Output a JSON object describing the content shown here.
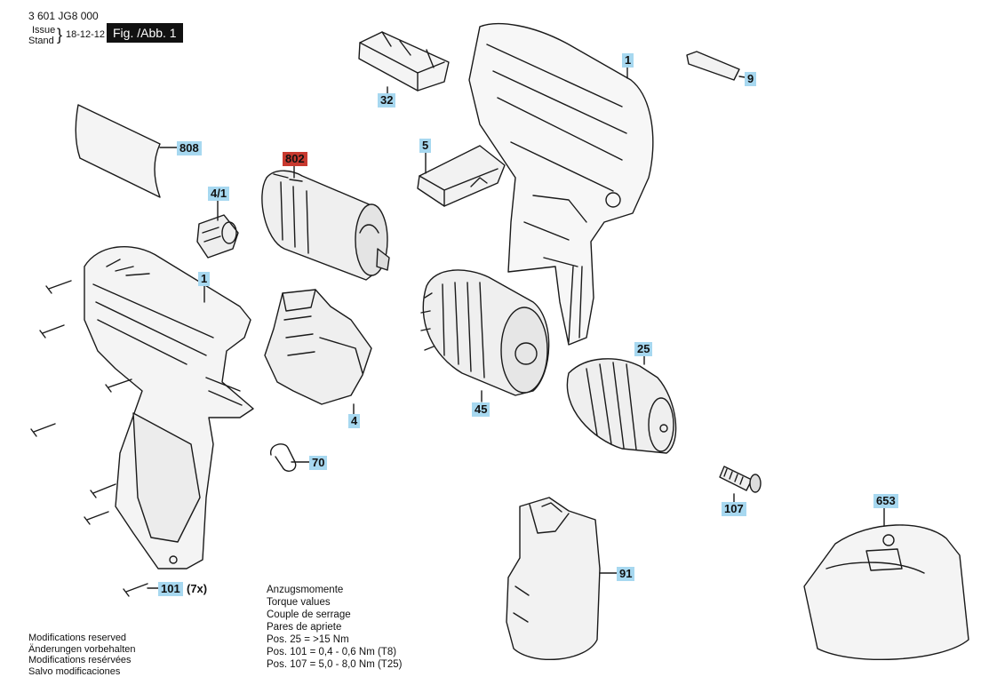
{
  "header": {
    "doc_number": "3 601 JG8 000",
    "issue_label": "Issue",
    "stand_label": "Stand",
    "issue_date": "18-12-12",
    "figure_label": "Fig. /Abb. 1"
  },
  "callouts": [
    {
      "id": "32",
      "text": "32"
    },
    {
      "id": "1-top",
      "text": "1"
    },
    {
      "id": "9",
      "text": "9"
    },
    {
      "id": "808",
      "text": "808"
    },
    {
      "id": "802",
      "text": "802"
    },
    {
      "id": "5",
      "text": "5"
    },
    {
      "id": "4-1",
      "text": "4/1"
    },
    {
      "id": "1-left",
      "text": "1"
    },
    {
      "id": "25",
      "text": "25"
    },
    {
      "id": "4",
      "text": "4"
    },
    {
      "id": "45",
      "text": "45"
    },
    {
      "id": "70",
      "text": "70"
    },
    {
      "id": "107",
      "text": "107"
    },
    {
      "id": "653",
      "text": "653"
    },
    {
      "id": "91",
      "text": "91"
    },
    {
      "id": "101",
      "text": "101"
    }
  ],
  "callout_101_suffix": "(7x)",
  "torque_notes": [
    "Anzugsmomente",
    "Torque values",
    "Couple de serrage",
    "Pares de apriete",
    "Pos.  25  = >15 Nm",
    "Pos. 101 = 0,4 - 0,6 Nm (T8)",
    "Pos. 107 = 5,0 - 8,0 Nm (T25)"
  ],
  "modification_notes": [
    "Modifications reserved",
    "Änderungen vorbehalten",
    "Modifications resérvées",
    "Salvo modificaciones"
  ],
  "colors": {
    "callout": "#a7d8f0",
    "callout_highlight": "#c8392f",
    "line": "#1a1a1a"
  }
}
